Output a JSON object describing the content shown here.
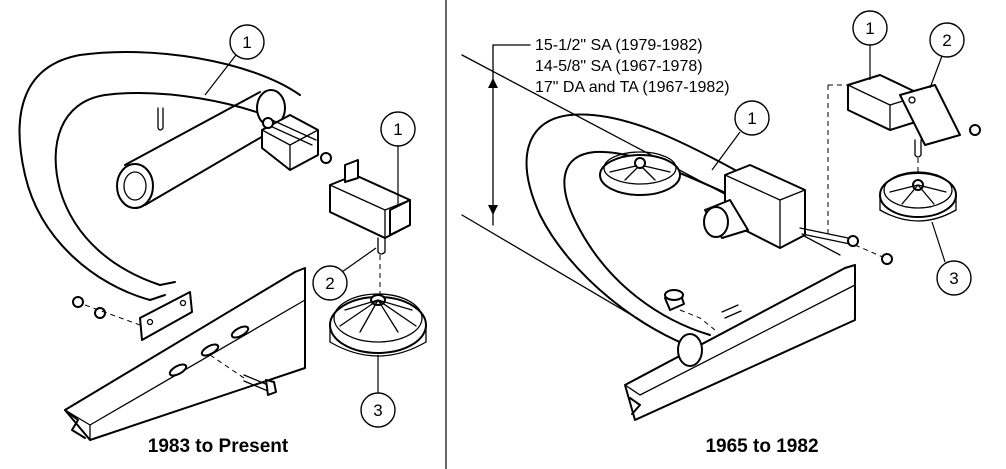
{
  "left_panel": {
    "caption": "1983 to Present",
    "callouts": {
      "a": "1",
      "b": "1",
      "c": "2",
      "d": "3"
    }
  },
  "right_panel": {
    "caption": "1965 to 1982",
    "dimension_notes": [
      "15-1/2\" SA (1979-1982)",
      "14-5/8\" SA (1967-1978)",
      "17\" DA and TA (1967-1982)"
    ],
    "callouts": {
      "a": "1",
      "b": "1",
      "c": "2",
      "d": "3"
    }
  }
}
